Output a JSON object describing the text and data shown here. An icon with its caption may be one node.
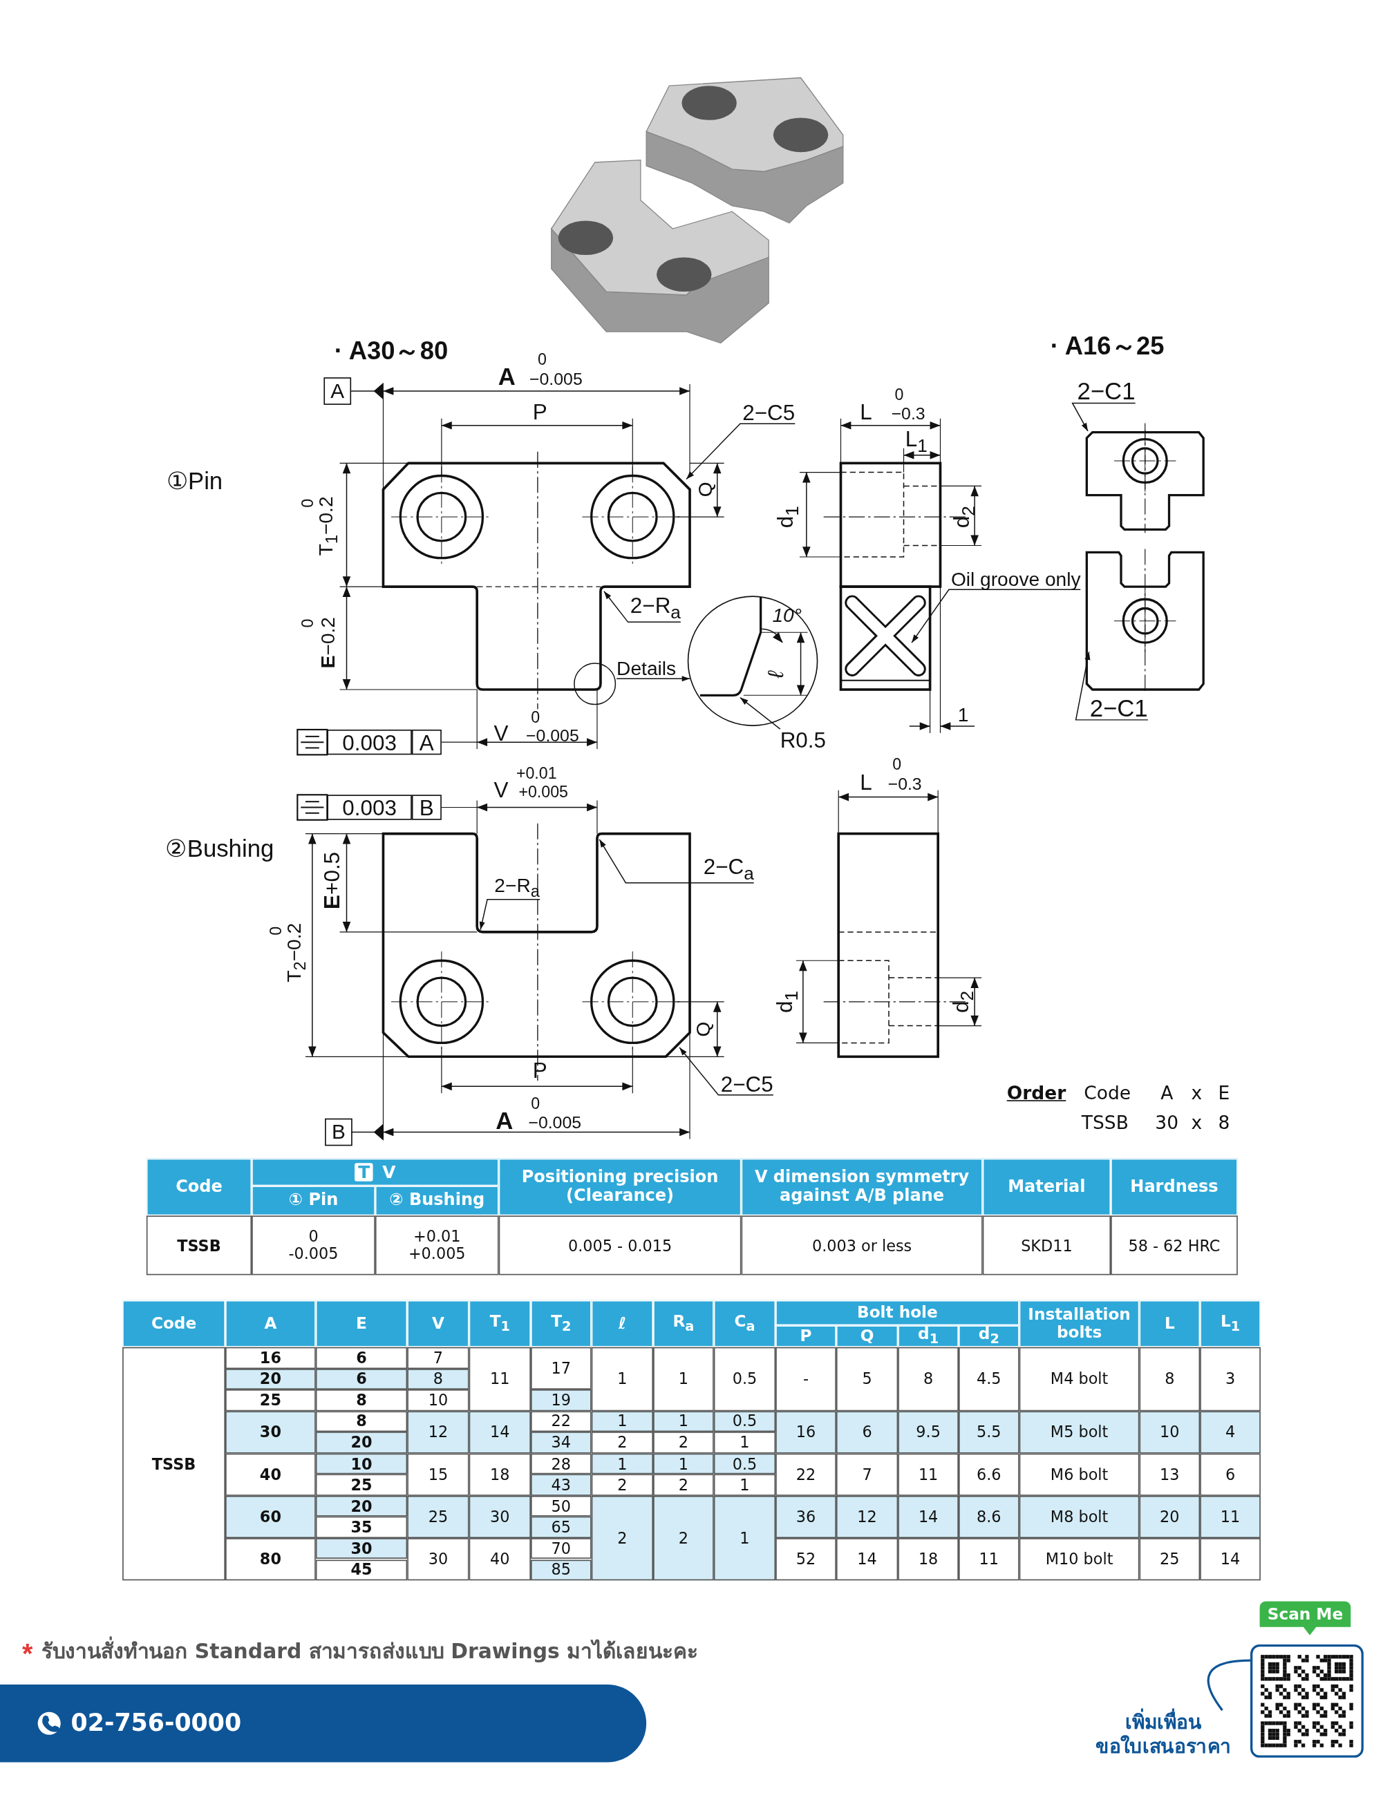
{
  "diagram": {
    "nodes": [
      {
        "text": [
          "2−C5"
        ]
      },
      {
        "text": [
          "2−R$_{a}$"
        ]
      },
      {
        "text": [
          "Details"
        ]
      },
      {
        "text": [],
        "shape": "circle"
      },
      {
        "text": [
          "R0.5"
        ]
      },
      {
        "text": [
          "Oil groove only"
        ]
      },
      {
        "text": [
          "2−C1"
        ]
      },
      {
        "text": [
          "2−C1"
        ]
      },
      {
        "text": [
          "2−R$_{a}$"
        ]
      },
      {
        "text": [
          "2−C$_{a}$"
        ]
      },
      {
        "text": [
          "2−C5"
        ]
      },
      {
        "text": [
          "เพิ่มเพื่อน",
          "ขอใบเสนอราคา"
        ]
      },
      {
        "text": [],
        "shape": "picture"
      },
      {
        "text": [],
        "shape": "picture"
      },
      {
        "text": [],
        "shape": "picture"
      },
      {
        "text": [],
        "shape": "picture"
      },
      {
        "text": [],
        "shape": "picture"
      },
      {
        "text": [],
        "shape": "picture"
      }
    ],
    "edges": [
      {
        "from": 0,
        "to": 13,
        "arrow": "to"
      },
      {
        "from": 1,
        "to": 13,
        "arrow": "to"
      },
      {
        "from": 2,
        "to": 3,
        "arrow": "to"
      },
      {
        "from": 4,
        "to": 3,
        "arrow": "to"
      },
      {
        "from": 5,
        "to": 14,
        "arrow": "to"
      },
      {
        "from": 6,
        "to": 15,
        "arrow": "to"
      },
      {
        "from": 7,
        "to": 16,
        "arrow": "to"
      },
      {
        "from": 8,
        "to": 17,
        "arrow": "to"
      },
      {
        "from": 9,
        "to": 17,
        "arrow": "to"
      },
      {
        "from": 10,
        "to": 17,
        "arrow": "to"
      },
      {
        "from": 11,
        "to": 12,
        "arrow": "none",
        "color": "#0e5597"
      }
    ],
    "labels": [
      "· A30～80",
      "A",
      "0",
      "−0.005",
      "A",
      "P",
      "①Pin",
      "0",
      "T$_{1}$−0.2",
      "0",
      "**E**−0.2",
      "Q",
      "10°",
      "ℓ",
      "0.003",
      "A",
      "V",
      "0",
      "−0.005",
      "L",
      "0",
      "−0.3",
      "L$_{1}$",
      "d$_{1}$",
      "d$_{2}$",
      "1",
      "· A16～25",
      "0.003",
      "B",
      "V",
      "+0.01",
      "+0.005",
      "②Bushing",
      "**E**+0.5",
      "0",
      "T$_{2}$−0.2",
      "Q",
      "P",
      "A",
      "0",
      "−0.005",
      "B",
      "L",
      "0",
      "−0.3",
      "d$_{1}$",
      "d$_{2}$",
      "Order",
      "Code",
      "A",
      "x",
      "E",
      "TSSB",
      "30",
      "x",
      "8",
      "Code",
      "T",
      "V",
      "Positioning precision (Clearance)",
      "V dimension symmetry against A/B plane",
      "Material",
      "Hardness",
      "① Pin",
      "② Bushing",
      "TSSB",
      "0",
      "-0.005",
      "+0.01",
      "+0.005",
      "0.005 - 0.015",
      "0.003 or less",
      "SKD11",
      "58 - 62 HRC",
      "Code",
      "A",
      "E",
      "V",
      "T$_{1}$",
      "T$_{2}$",
      "ℓ",
      "R$_{a}$",
      "C$_{a}$",
      "Bolt hole",
      "Installation bolts",
      "L",
      "L$_{1}$",
      "P",
      "Q",
      "d$_{1}$",
      "d$_{2}$",
      "TSSB",
      "16",
      "6",
      "7",
      "20",
      "6",
      "8",
      "11",
      "17",
      "1",
      "1",
      "0.5",
      "-",
      "5",
      "8",
      "4.5",
      "M4 bolt",
      "8",
      "3",
      "25",
      "8",
      "10",
      "19",
      "30",
      "8",
      "12",
      "14",
      "22",
      "1",
      "1",
      "0.5",
      "16",
      "6",
      "9.5",
      "5.5",
      "M5 bolt",
      "10",
      "4",
      "20",
      "34",
      "2",
      "2",
      "1",
      "40",
      "10",
      "15",
      "18",
      "28",
      "1",
      "1",
      "0.5",
      "22",
      "7",
      "11",
      "6.6",
      "M6 bolt",
      "13",
      "6",
      "25",
      "43",
      "2",
      "2",
      "1",
      "60",
      "20",
      "25",
      "30",
      "50",
      "2",
      "2",
      "1",
      "36",
      "12",
      "14",
      "8.6",
      "M8 bolt",
      "20",
      "11",
      "35",
      "65",
      "80",
      "30",
      "30",
      "40",
      "70",
      "52",
      "14",
      "18",
      "11",
      "M10 bolt",
      "25",
      "14",
      "45",
      "85",
      "*",
      "รับงานสั่งทำนอก Standard สามารถส่งแบบ Drawings มาได้เลยนะคะ",
      "02-756-0000",
      "Scan Me"
    ]
  }
}
